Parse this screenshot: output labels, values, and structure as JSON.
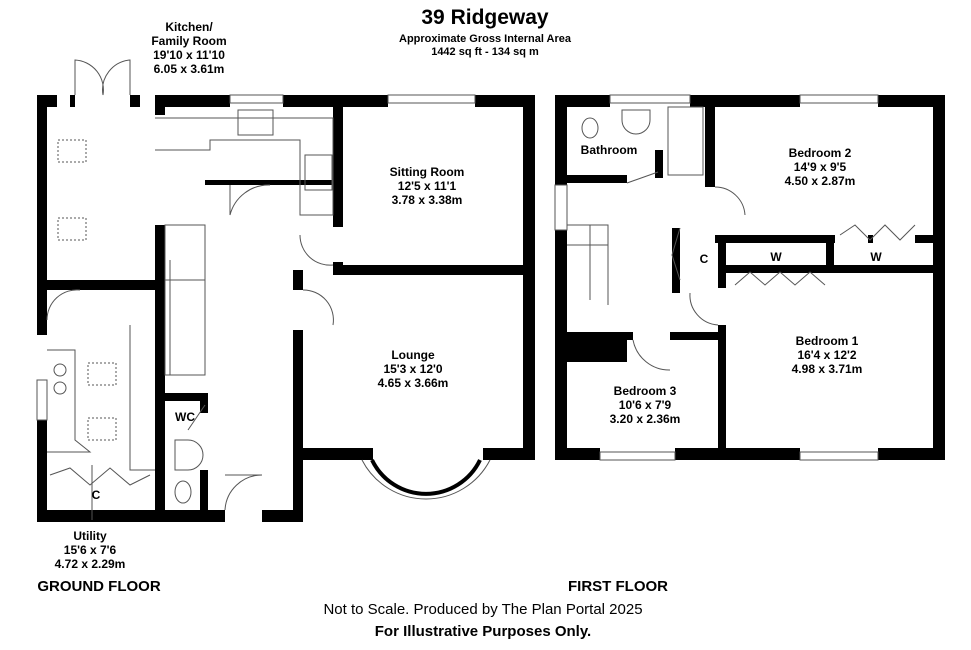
{
  "header": {
    "title": "39 Ridgeway",
    "subtitle": "Approximate Gross Internal Area",
    "area": "1442 sq ft - 134 sq m"
  },
  "rooms": {
    "kitchen": {
      "name1": "Kitchen/",
      "name2": "Family Room",
      "imperial": "19'10 x 11'10",
      "metric": "6.05 x 3.61m"
    },
    "sitting": {
      "name": "Sitting Room",
      "imperial": "12'5 x 11'1",
      "metric": "3.78 x 3.38m"
    },
    "lounge": {
      "name": "Lounge",
      "imperial": "15'3 x 12'0",
      "metric": "4.65 x 3.66m"
    },
    "utility": {
      "name": "Utility",
      "imperial": "15'6 x 7'6",
      "metric": "4.72 x 2.29m"
    },
    "wc": {
      "name": "WC"
    },
    "utility_cupboard": {
      "name": "C"
    },
    "bathroom": {
      "name": "Bathroom"
    },
    "bedroom2": {
      "name": "Bedroom 2",
      "imperial": "14'9 x 9'5",
      "metric": "4.50 x 2.87m"
    },
    "bedroom1": {
      "name": "Bedroom 1",
      "imperial": "16'4 x 12'2",
      "metric": "4.98 x 3.71m"
    },
    "bedroom3": {
      "name": "Bedroom 3",
      "imperial": "10'6 x 7'9",
      "metric": "3.20 x 2.36m"
    },
    "landing_cupboard": {
      "name": "C"
    },
    "wardrobe1": {
      "name": "W"
    },
    "wardrobe2": {
      "name": "W"
    }
  },
  "floors": {
    "ground": "GROUND FLOOR",
    "first": "FIRST FLOOR"
  },
  "footer": {
    "line1": "Not to Scale. Produced by The Plan Portal 2025",
    "line2": "For Illustrative Purposes Only."
  }
}
